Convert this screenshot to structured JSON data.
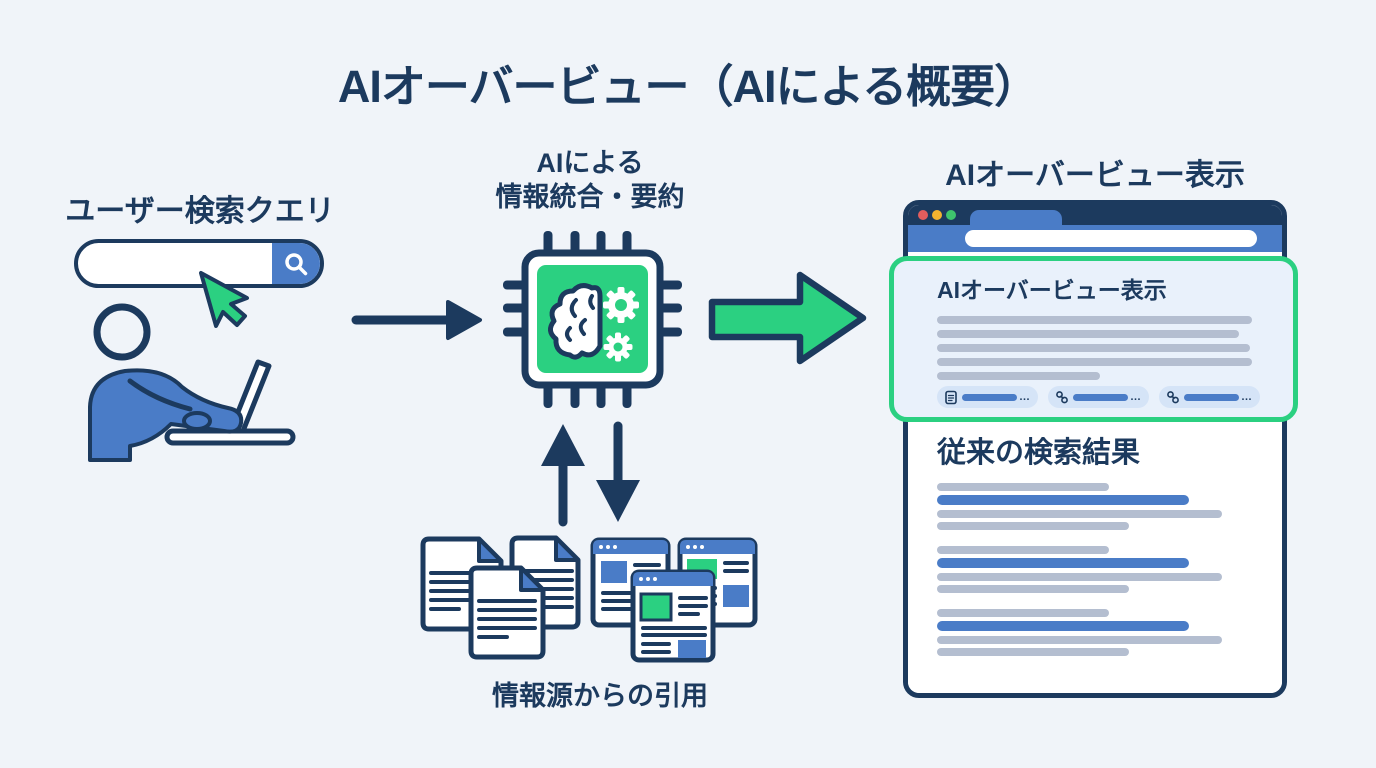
{
  "title": "AIオーバービュー（AIによる概要）",
  "colors": {
    "bg": "#f0f4f9",
    "navy": "#1c3a5e",
    "blue": "#4a7cc7",
    "green": "#2bd081",
    "gray_bar": "#b4bed0",
    "chip_bg": "#d5e4f7",
    "panel_bg": "#e9f1fb",
    "traffic_red": "#e25d5d",
    "traffic_yellow": "#f2b32f",
    "traffic_green": "#3ec46d"
  },
  "user_query": {
    "label": "ユーザー検索クエリ"
  },
  "ai_process": {
    "label_line1": "AIによる",
    "label_line2": "情報統合・要約"
  },
  "sources": {
    "label": "情報源からの引用"
  },
  "ai_overview_display": {
    "label": "AIオーバービュー表示",
    "panel_heading": "AIオーバービュー表示",
    "citation_more": "…",
    "results_heading": "従来の検索結果"
  }
}
